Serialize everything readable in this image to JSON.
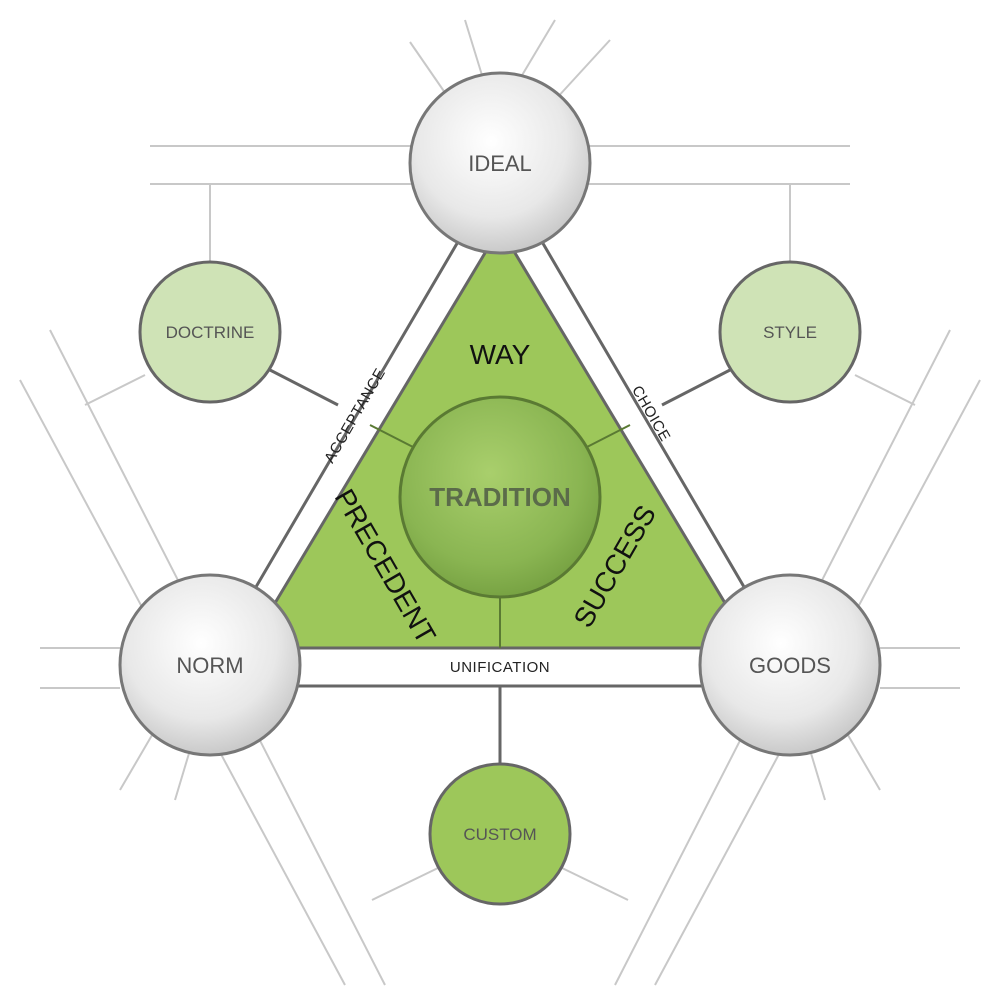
{
  "nodes": {
    "ideal": "IDEAL",
    "norm": "NORM",
    "goods": "GOODS",
    "doctrine": "DOCTRINE",
    "style": "STYLE",
    "custom": "CUSTOM",
    "center": "TRADITION"
  },
  "sides": {
    "left": "ACCEPTANCE",
    "right": "CHOICE",
    "bottom": "UNIFICATION"
  },
  "inner": {
    "top": "WAY",
    "left": "PRECEDENT",
    "right": "SUCCESS"
  },
  "colors": {
    "triangle_fill": "#9dc75a",
    "light_green": "#cfe3b6",
    "custom_green": "#9dc75a",
    "center_green": "#86aa4c",
    "grey_line": "#c8c8c8",
    "dark_stroke": "#666666"
  }
}
